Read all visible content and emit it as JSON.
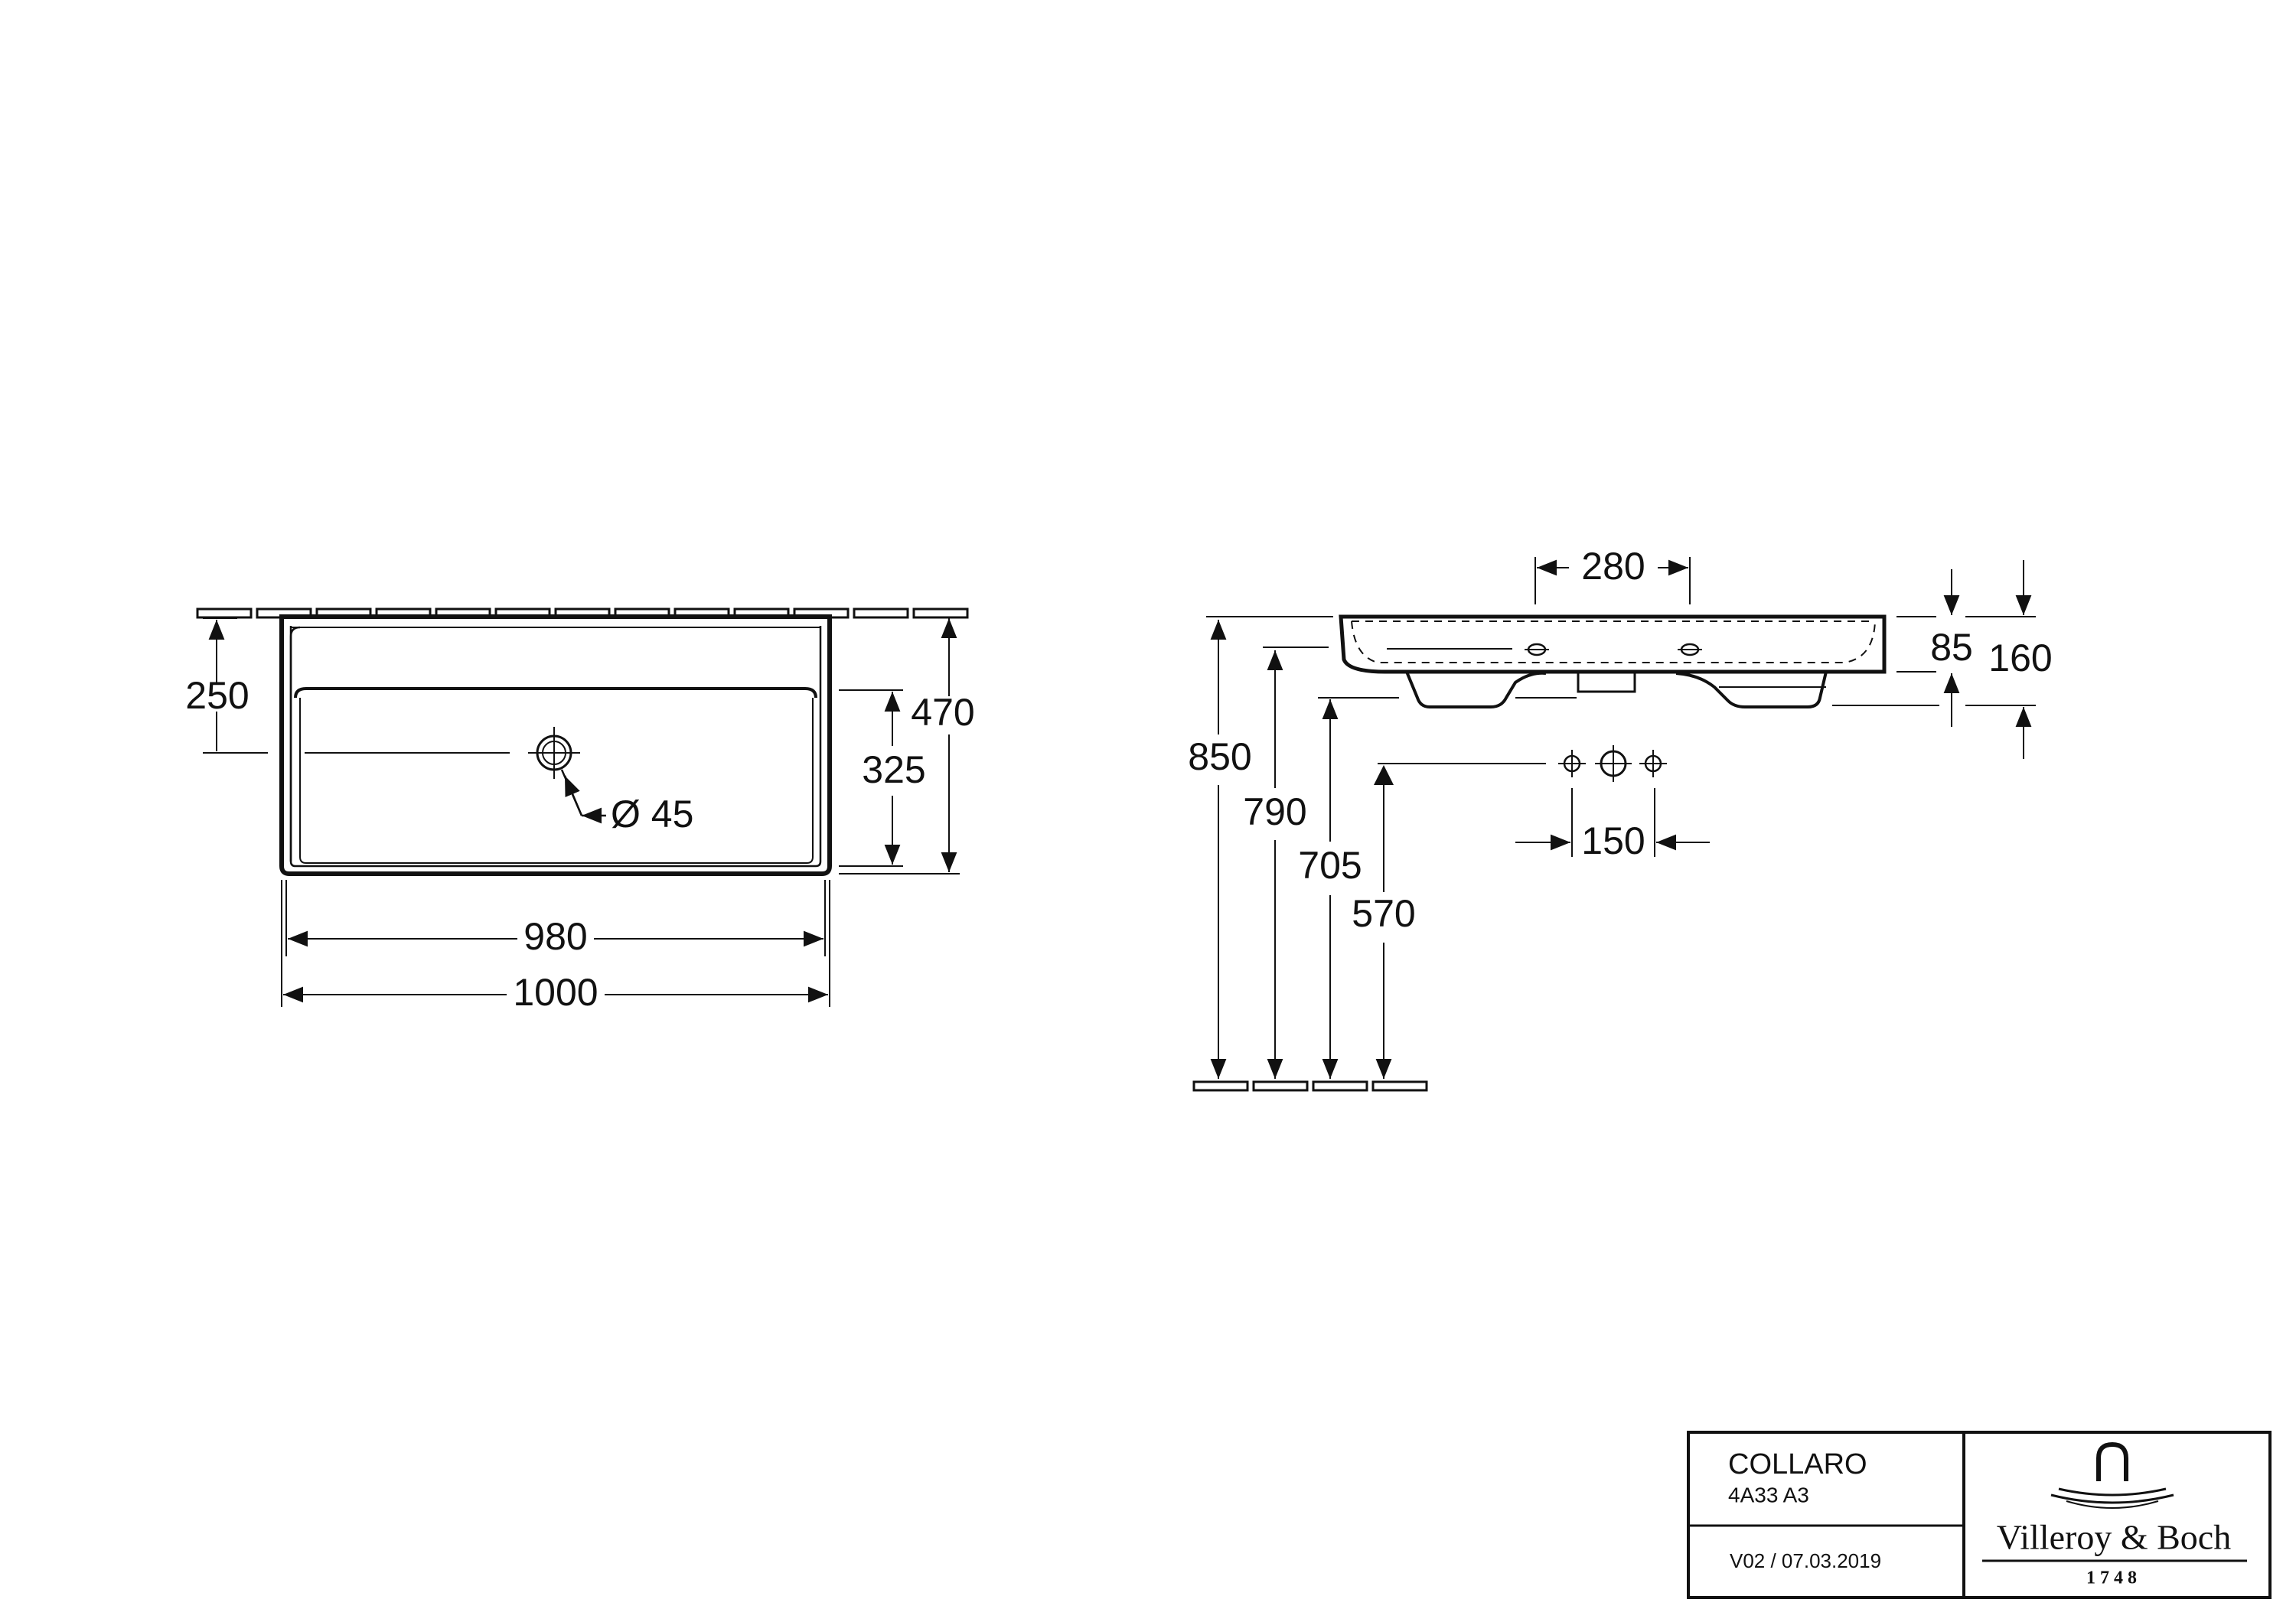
{
  "plan_view": {
    "dim_width_outer": "1000",
    "dim_width_inner": "980",
    "dim_depth_total": "470",
    "dim_depth_front": "325",
    "dim_drain_from_back": "250",
    "dim_drain_diameter": "Ø 45"
  },
  "side_view": {
    "dim_top_width": "280",
    "dim_rim_height": "85",
    "dim_total_height": "160",
    "dim_height_850": "850",
    "dim_height_790": "790",
    "dim_height_705": "705",
    "dim_height_570": "570",
    "dim_tap_spacing": "150"
  },
  "title_block": {
    "product_name": "COLLARO",
    "article_code": "4A33 A3",
    "version_date": "V02 / 07.03.2019",
    "brand_name": "Villeroy & Boch",
    "brand_year": "1748",
    "brand_logo_icon": "faucet-water-icon"
  },
  "colors": {
    "line": "#111111",
    "background": "#ffffff"
  }
}
